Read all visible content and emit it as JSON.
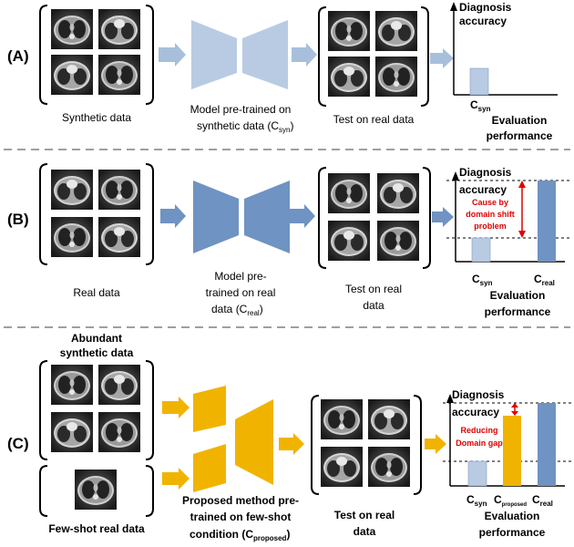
{
  "colors": {
    "light_blue": "#b9cbe3",
    "mid_blue": "#6f93c2",
    "gold": "#f0b400",
    "red": "#e00000",
    "arrow_light": "#a8bfdc",
    "arrow_blue": "#6f93c2"
  },
  "panel_a": {
    "tag": "(A)",
    "input_caption": "Synthetic data",
    "model_caption_1": "Model pre-trained on",
    "model_caption_2": "synthetic data (C",
    "model_caption_sub": "syn",
    "model_caption_end": ")",
    "test_caption": "Test on real data",
    "chart_title_1": "Diagnosis",
    "chart_title_2": "accuracy",
    "bar_label_main": "C",
    "bar_label_sub": "syn",
    "eval_caption_1": "Evaluation",
    "eval_caption_2": "performance"
  },
  "panel_b": {
    "tag": "(B)",
    "input_caption": "Real data",
    "model_caption_1": "Model pre-",
    "model_caption_2": "trained on real",
    "model_caption_3": "data (C",
    "model_caption_sub": "real",
    "model_caption_end": ")",
    "test_caption_1": "Test on real",
    "test_caption_2": "data",
    "chart_title_1": "Diagnosis",
    "chart_title_2": "accuracy",
    "gap_note_1": "Cause by",
    "gap_note_2": "domain shift",
    "gap_note_3": "problem",
    "bar1_main": "C",
    "bar1_sub": "syn",
    "bar2_main": "C",
    "bar2_sub": "real",
    "eval_caption_1": "Evaluation",
    "eval_caption_2": "performance"
  },
  "panel_c": {
    "tag": "(C)",
    "input_caption_1": "Abundant",
    "input_caption_2": "synthetic data",
    "fewshot_caption": "Few-shot real data",
    "model_caption_1": "Proposed method pre-",
    "model_caption_2": "trained on few-shot",
    "model_caption_3": "condition (C",
    "model_caption_sub": "proposed",
    "model_caption_end": ")",
    "test_caption_1": "Test on real",
    "test_caption_2": "data",
    "chart_title_1": "Diagnosis",
    "chart_title_2": "accuracy",
    "gap_note_1": "Reducing",
    "gap_note_2": "Domain gap",
    "bar1_main": "C",
    "bar1_sub": "syn",
    "bar2_main": "C",
    "bar2_sub": "proposed",
    "bar3_main": "C",
    "bar3_sub": "real",
    "eval_caption_1": "Evaluation",
    "eval_caption_2": "performance"
  }
}
